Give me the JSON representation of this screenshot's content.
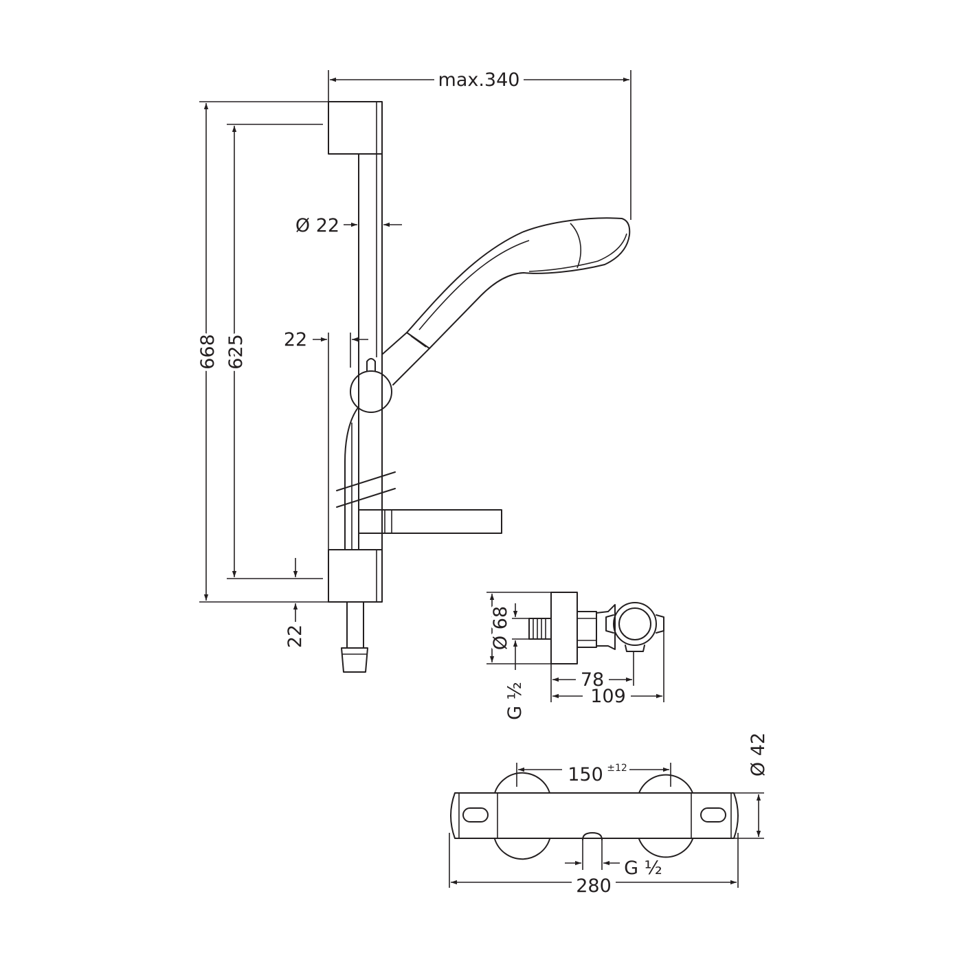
{
  "dimensions": {
    "max_width": "max.340",
    "total_height": "668",
    "bar_height": "625",
    "bar_diameter": "Ø 22",
    "bar_offset_top": "22",
    "bar_offset_bottom": "22",
    "valve_diameter": "Ø 68",
    "valve_thread": "G ½",
    "valve_depth_short": "78",
    "valve_depth_long": "109",
    "mixer_spacing": "150",
    "mixer_spacing_tolerance": "±12",
    "mixer_length": "280",
    "mixer_diameter": "Ø 42",
    "mixer_outlet_thread": "G ½"
  }
}
